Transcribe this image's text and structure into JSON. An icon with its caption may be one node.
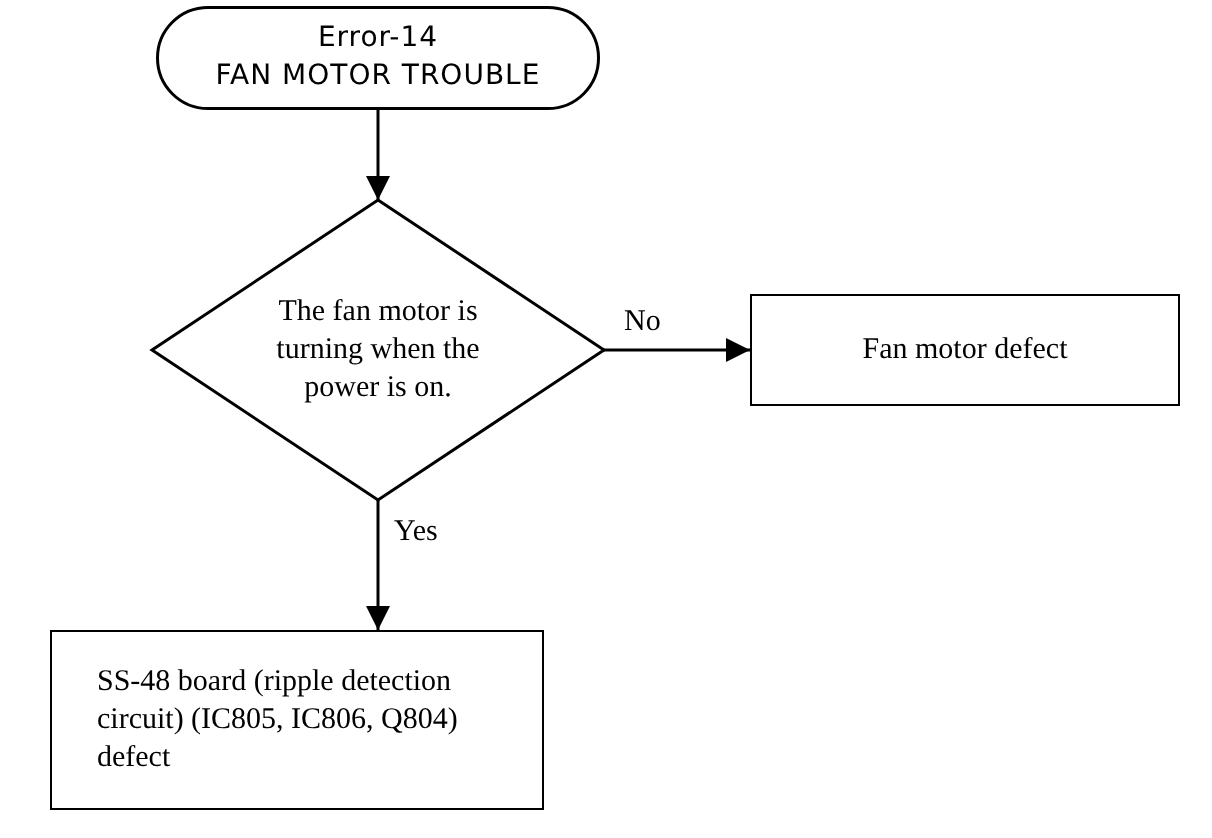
{
  "diagram": {
    "nodes": [
      {
        "text": [
          "Error-14",
          "FAN MOTOR TROUBLE"
        ]
      },
      {
        "text": [
          "The fan motor is turning when the power is on."
        ]
      },
      {
        "text": [
          "Fan motor defect"
        ]
      },
      {
        "text": [
          "SS-48 board (ripple detection circuit) (IC805, IC806, Q804) defect"
        ]
      }
    ],
    "edges": [
      {
        "from": 0,
        "to": 1,
        "arrow": "to"
      },
      {
        "from": 1,
        "to": 2,
        "label": "No",
        "arrow": "to"
      },
      {
        "from": 1,
        "to": 3,
        "label": "Yes",
        "arrow": "to"
      }
    ]
  }
}
